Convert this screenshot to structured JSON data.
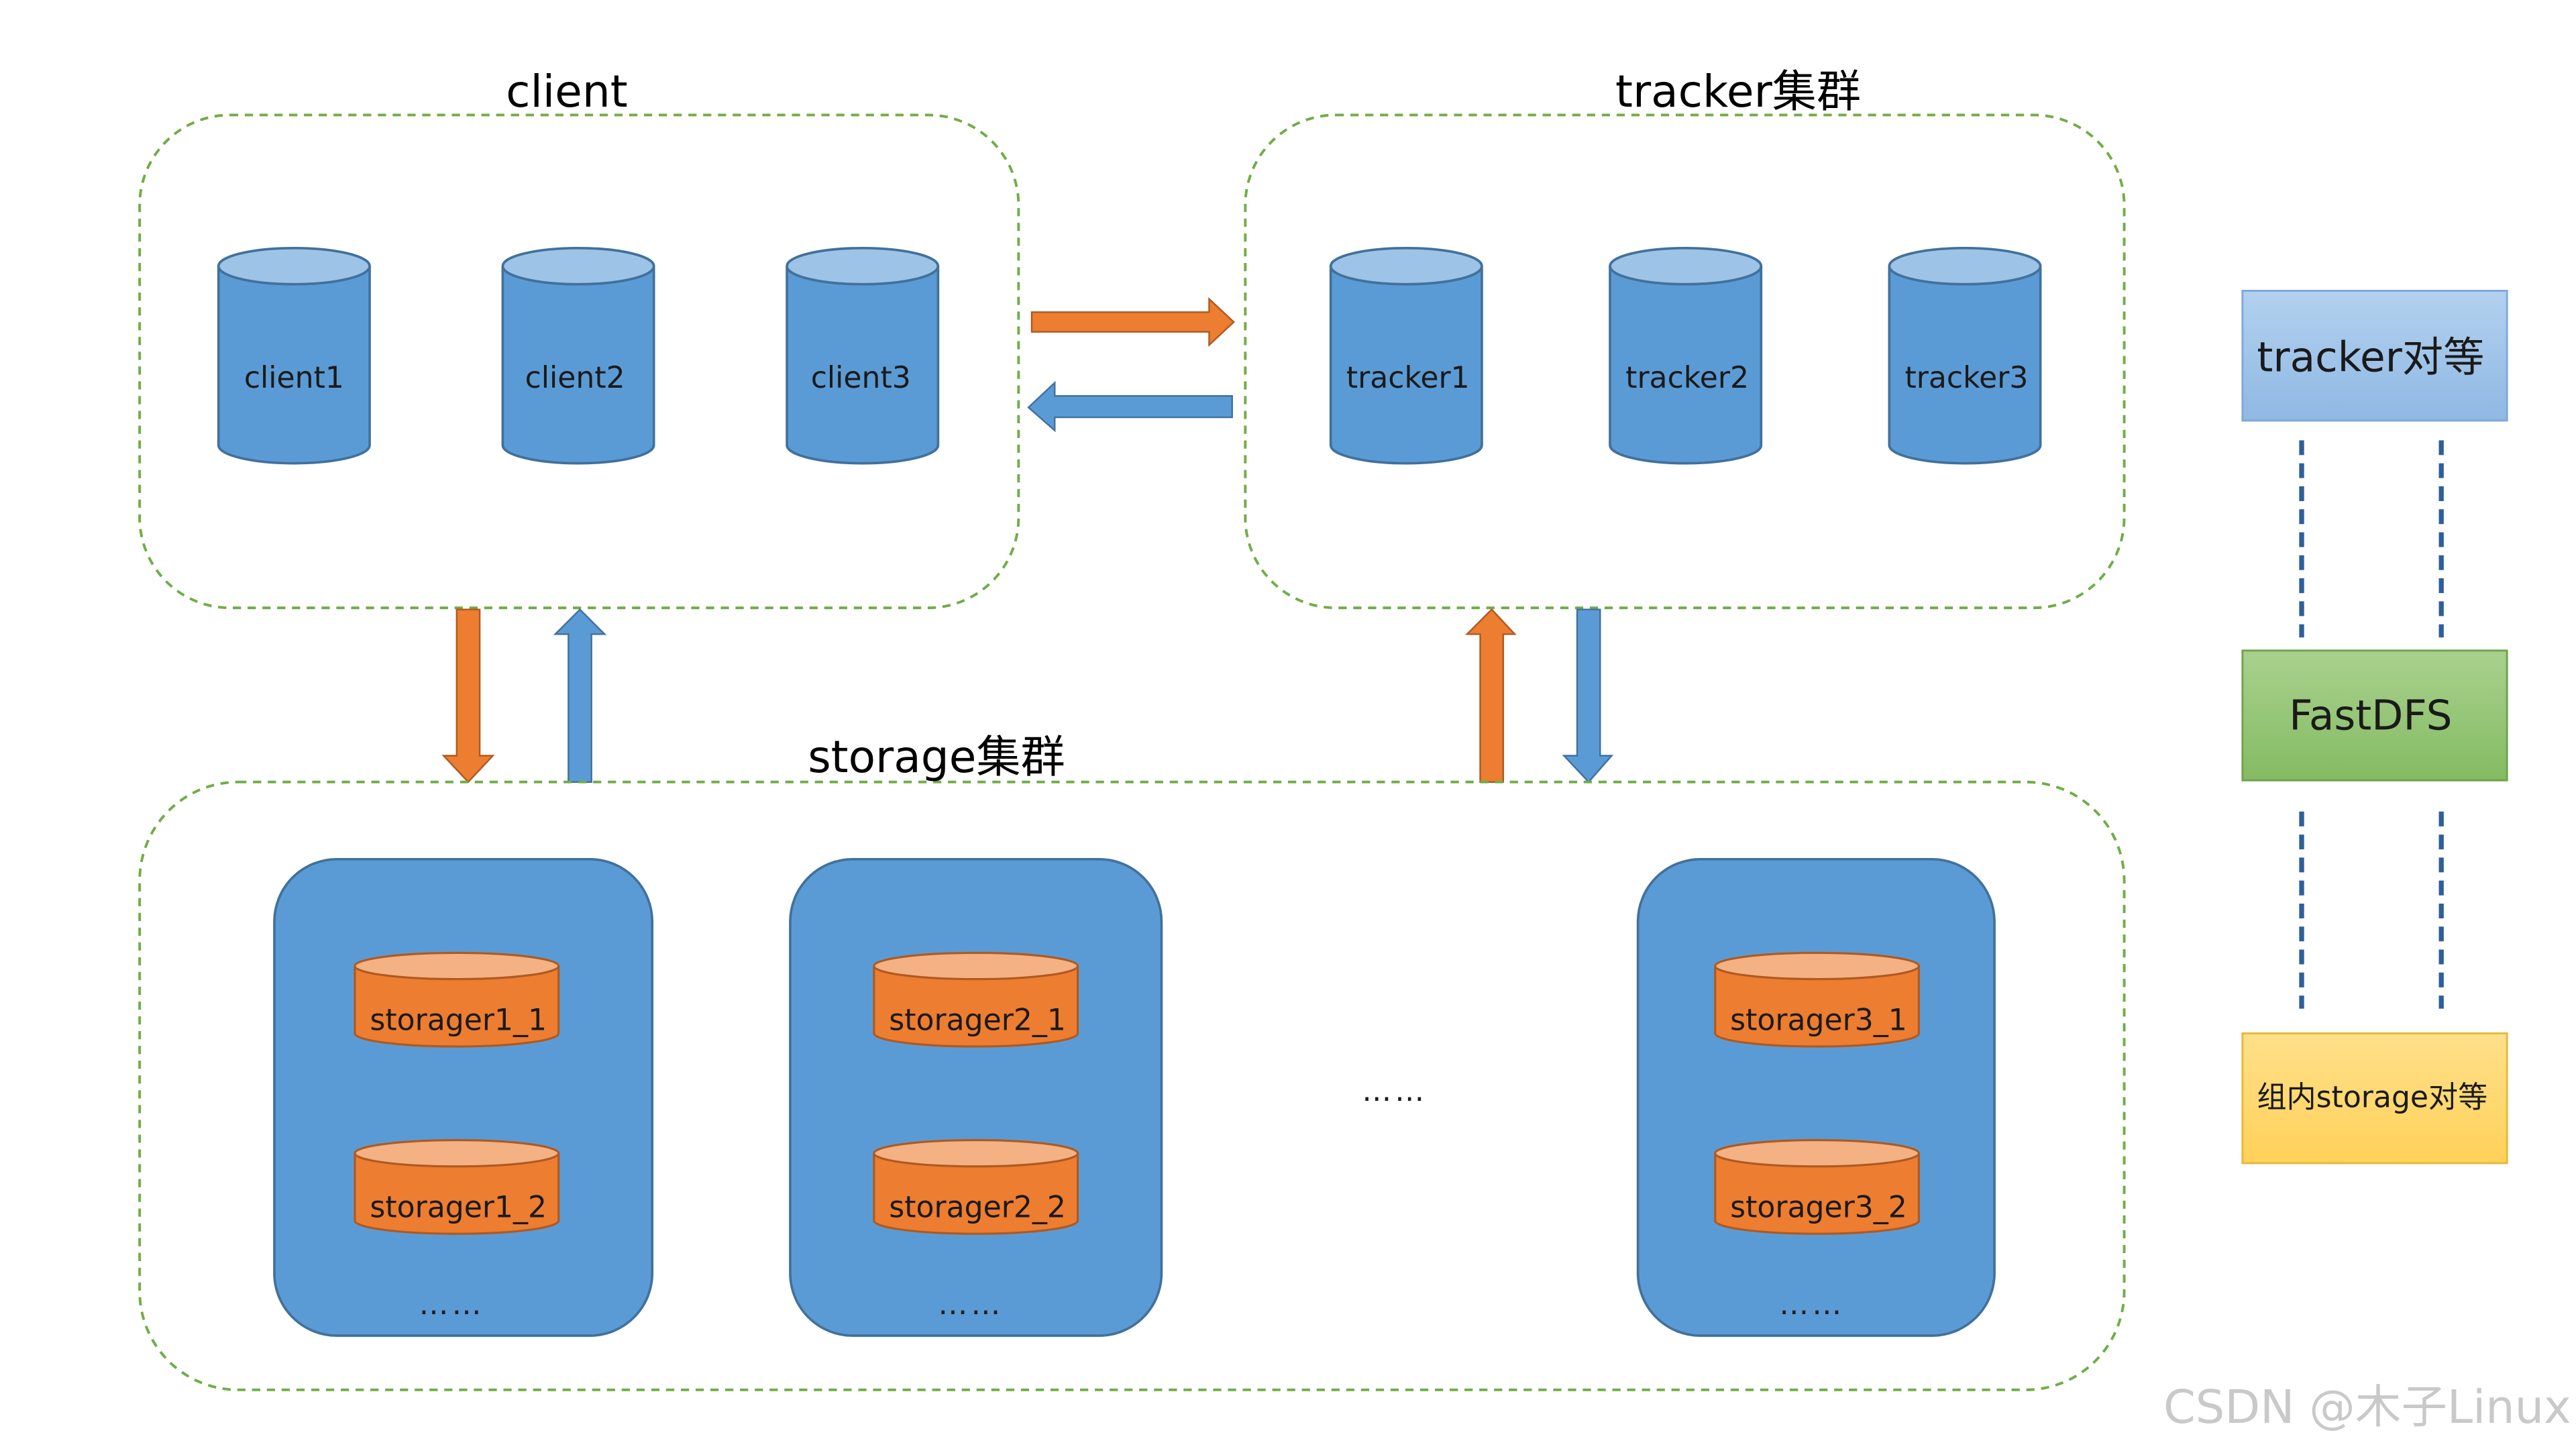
{
  "groups": {
    "client": {
      "title": "client",
      "nodes": [
        "client1",
        "client2",
        "client3"
      ]
    },
    "tracker": {
      "title": "tracker集群",
      "nodes": [
        "tracker1",
        "tracker2",
        "tracker3"
      ]
    },
    "storage": {
      "title": "storage集群",
      "boxes": [
        {
          "nodes": [
            "storager1_1",
            "storager1_2"
          ],
          "more": "……"
        },
        {
          "nodes": [
            "storager2_1",
            "storager2_2"
          ],
          "more": "……"
        },
        {
          "nodes": [
            "storager3_1",
            "storager3_2"
          ],
          "more": "……"
        }
      ],
      "between_ellipsis": "……"
    }
  },
  "legend": {
    "tracker_peer": "tracker对等",
    "fastdfs": "FastDFS",
    "storage_peer": "组内storage对等"
  },
  "watermark": "CSDN @木子Linux",
  "colors": {
    "cyl_blue_body": "#5b9bd5",
    "cyl_blue_top": "#9dc3e6",
    "cyl_blue_stroke": "#41719c",
    "cyl_orange_body": "#ed7d31",
    "cyl_orange_top": "#f4b183",
    "cyl_orange_stroke": "#ae5a21",
    "dashed_green": "#70ad47",
    "arrow_orange": "#ed7d31",
    "arrow_blue": "#5b9bd5",
    "legend_blue_fill": "#9dc3e6",
    "legend_green_fill": "#a9d18e",
    "legend_yellow_fill": "#ffd966",
    "legend_dash": "#2e5f9b"
  }
}
